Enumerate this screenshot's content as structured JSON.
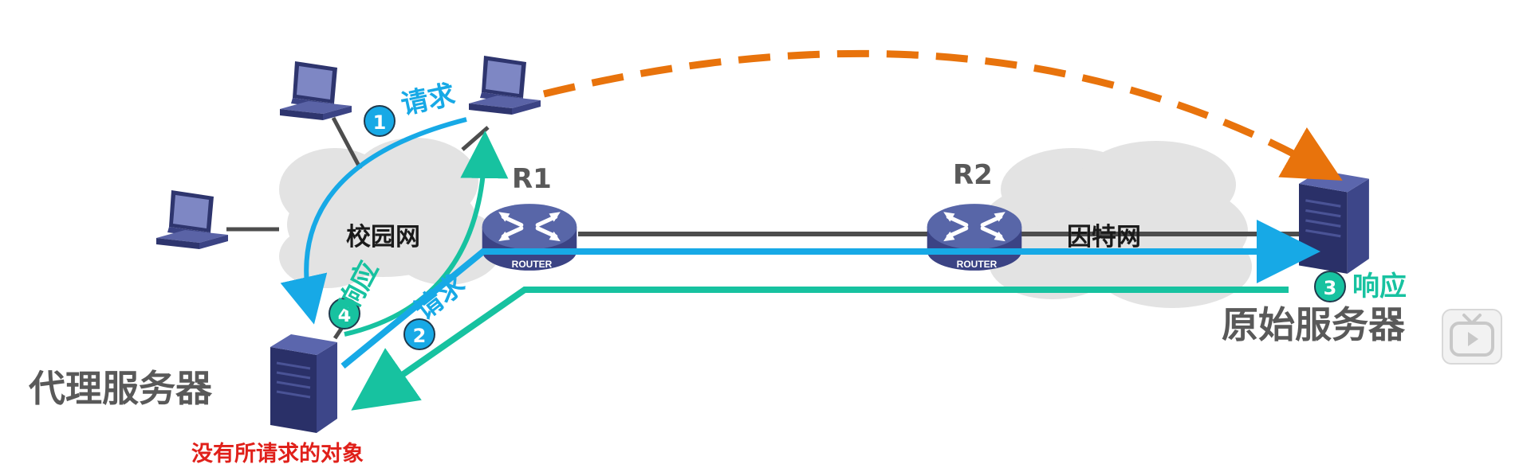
{
  "labels": {
    "campus_network": "校园网",
    "internet": "因特网",
    "router1": "R1",
    "router2": "R2",
    "router_badge": "ROUTER",
    "proxy_server": "代理服务器",
    "origin_server": "原始服务器",
    "no_object_note": "没有所请求的对象"
  },
  "steps": [
    {
      "number": "1",
      "text": "请求"
    },
    {
      "number": "2",
      "text": "请求"
    },
    {
      "number": "3",
      "text": "响应"
    },
    {
      "number": "4",
      "text": "响应"
    }
  ],
  "colors": {
    "request": "#17a9e6",
    "response": "#17c2a0",
    "direct": "#e8730c",
    "note": "#e0201a",
    "cloud": "#e3e3e3",
    "router": "#5866a8",
    "server": "#323a78"
  },
  "icons": {
    "pc": "desktop-computer-icon",
    "router": "router-icon",
    "server": "tower-server-icon",
    "play": "play-icon"
  }
}
